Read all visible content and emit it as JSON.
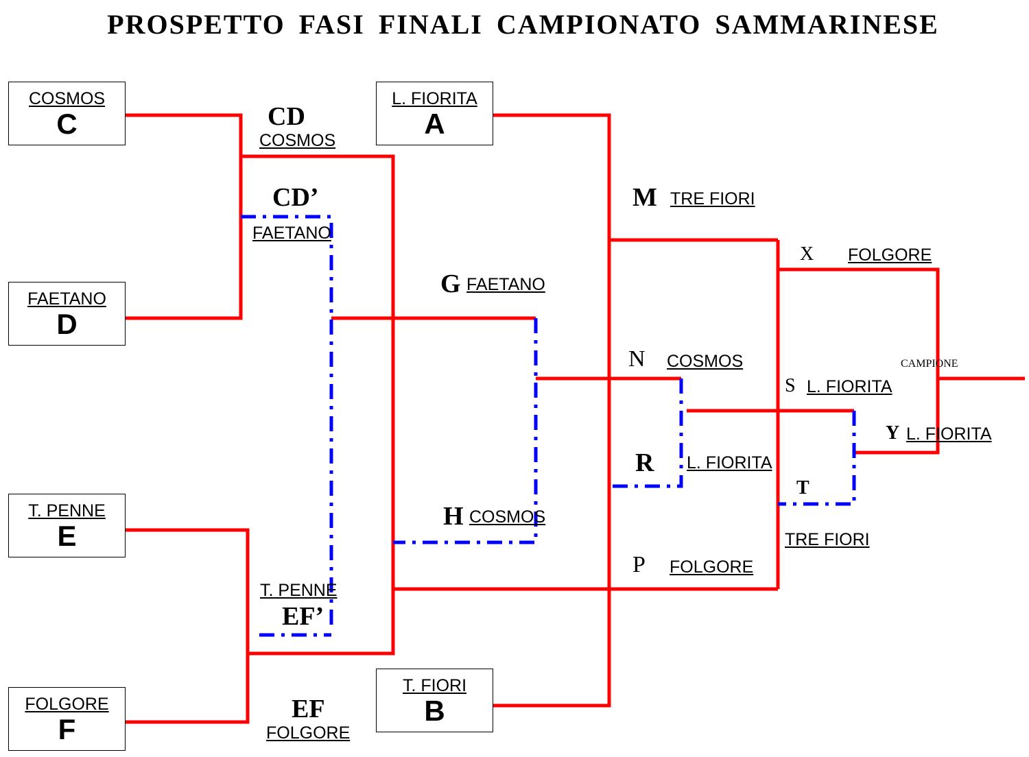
{
  "title": "PROSPETTO  FASI  FINALI  CAMPIONATO  SAMMARINESE",
  "seeds": {
    "c": {
      "team": "COSMOS",
      "letter": "C"
    },
    "d": {
      "team": "FAETANO",
      "letter": "D"
    },
    "e": {
      "team": "T. PENNE",
      "letter": "E"
    },
    "f": {
      "team": "FOLGORE",
      "letter": "F"
    },
    "a": {
      "team": "L. FIORITA",
      "letter": "A"
    },
    "b": {
      "team": "T. FIORI",
      "letter": "B"
    }
  },
  "matches": {
    "cd": {
      "code": "CD",
      "winner": "COSMOS"
    },
    "cd2": {
      "code": "CD’",
      "winner": "FAETANO"
    },
    "ef": {
      "code": "EF",
      "winner": "FOLGORE"
    },
    "ef2": {
      "code": "EF’",
      "winner": "T. PENNE"
    },
    "g": {
      "code": "G",
      "winner": "FAETANO"
    },
    "h": {
      "code": "H",
      "winner": "COSMOS"
    },
    "m": {
      "code": "M",
      "winner": "TRE FIORI"
    },
    "n": {
      "code": "N",
      "winner": "COSMOS"
    },
    "p": {
      "code": "P",
      "winner": "FOLGORE"
    },
    "r": {
      "code": "R",
      "winner": "L. FIORITA"
    },
    "x": {
      "code": "X",
      "winner": "FOLGORE"
    },
    "s": {
      "code": "S",
      "winner": "L. FIORITA"
    },
    "t": {
      "code": "T",
      "winner": "TRE FIORI"
    },
    "y": {
      "code": "Y",
      "winner": "L. FIORITA"
    }
  },
  "final": {
    "label": "CAMPIONE"
  },
  "colors": {
    "winner_path": "#ff0000",
    "loser_path": "#0000ff"
  }
}
